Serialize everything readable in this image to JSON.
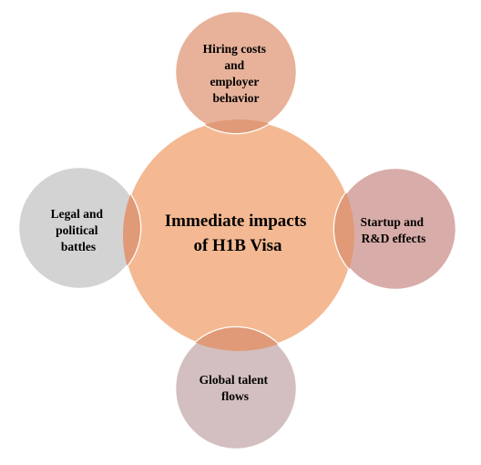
{
  "center": {
    "lines": [
      "Immediate impacts",
      "of H1B Visa"
    ],
    "color": "#f4b992"
  },
  "nodes": {
    "top": {
      "lines": [
        "Hiring costs",
        "and",
        "employer",
        "behavior"
      ],
      "color": "#e8b29a"
    },
    "right": {
      "lines": [
        "Startup and",
        "R&D effects"
      ],
      "color": "#d8aca8"
    },
    "bottom": {
      "lines": [
        "Global talent",
        "flows"
      ],
      "color": "#d3bfbf"
    },
    "left": {
      "lines": [
        "Legal and",
        "political",
        "battles"
      ],
      "color": "#d3d3d3"
    }
  },
  "colors": {
    "outline": "#ffffff",
    "overlap": "#e09a78"
  }
}
